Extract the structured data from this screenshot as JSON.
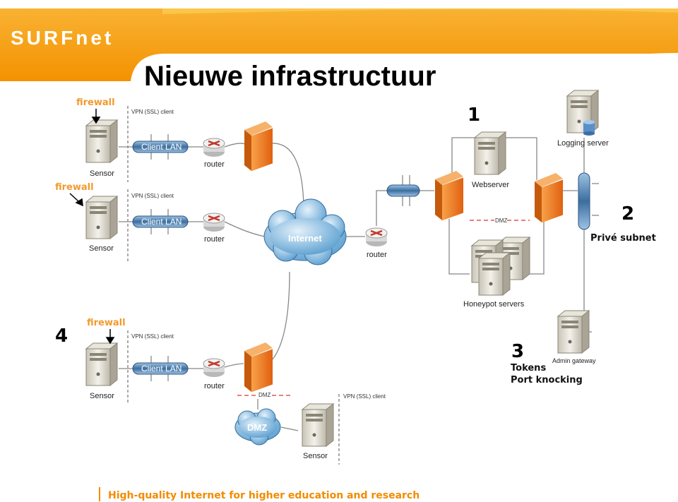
{
  "logo": {
    "text": "SURFnet"
  },
  "title": "Nieuwe infrastructuur",
  "footer": "High-quality Internet for higher education and research",
  "sites": [
    {
      "firewall": "firewall",
      "vpn": "VPN (SSL) client",
      "lan": "Client LAN",
      "router": "router",
      "sensor": "Sensor"
    },
    {
      "firewall": "firewall",
      "vpn": "VPN (SSL) client",
      "lan": "Client LAN",
      "router": "router",
      "sensor": "Sensor"
    },
    {
      "firewall": "firewall",
      "vpn": "VPN (SSL) client",
      "lan": "Client LAN",
      "router": "router",
      "sensor": "Sensor"
    }
  ],
  "center": {
    "internet": "Internet",
    "router": "router",
    "dmz": "DMZ",
    "dmz_link": "DMZ"
  },
  "remote": {
    "vpn": "VPN (SSL) client",
    "sensor": "Sensor"
  },
  "datacenter": {
    "webserver": "Webserver",
    "logging": "Logging server",
    "dmz": "DMZ",
    "honeypots": "Honeypot servers",
    "admin": "Admin gateway"
  },
  "annotations": {
    "n1": "1",
    "n2": "2",
    "n2_text": "Privé subnet",
    "n3": "3",
    "n3_line1": "Tokens",
    "n3_line2": "Port knocking",
    "n4": "4"
  },
  "colors": {
    "orange": "#f7a11a",
    "firewall": "#f07a1a",
    "lan": "#3b6e9e"
  }
}
